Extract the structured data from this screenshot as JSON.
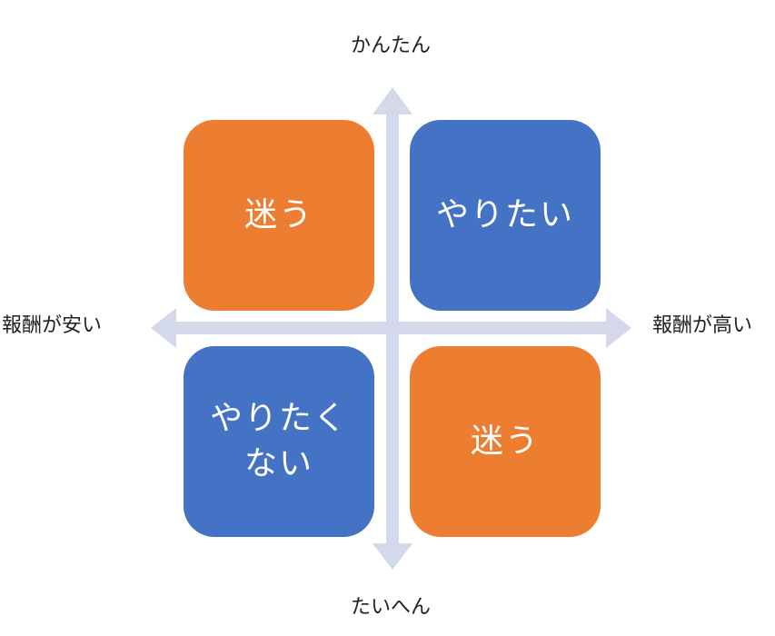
{
  "axes": {
    "top": "かんたん",
    "bottom": "たいへん",
    "left": "報酬が安い",
    "right": "報酬が高い",
    "color": "#d3d8ea"
  },
  "quadrants": {
    "top_left": {
      "line1": "迷う",
      "line2": "",
      "color": "#ed7d31"
    },
    "top_right": {
      "line1": "やりたい",
      "line2": "",
      "color": "#4472c4"
    },
    "bottom_left": {
      "line1": "やりたく",
      "line2": "ない",
      "color": "#4472c4"
    },
    "bottom_right": {
      "line1": "迷う",
      "line2": "",
      "color": "#ed7d31"
    }
  }
}
